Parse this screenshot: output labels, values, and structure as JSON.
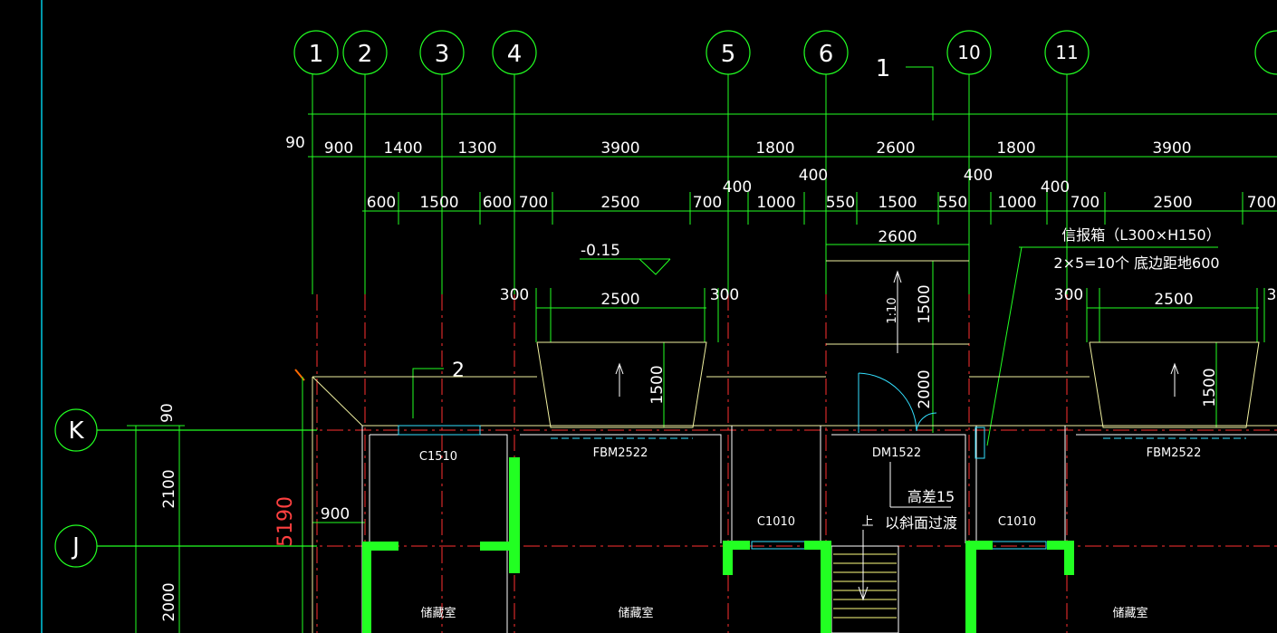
{
  "grid_bubbles": [
    {
      "label": "1"
    },
    {
      "label": "2"
    },
    {
      "label": "3"
    },
    {
      "label": "4"
    },
    {
      "label": "5"
    },
    {
      "label": "6"
    },
    {
      "label": "10"
    },
    {
      "label": "11"
    }
  ],
  "row_bubbles": [
    {
      "label": "K"
    },
    {
      "label": "J"
    }
  ],
  "callouts": {
    "one": "1",
    "two": "2"
  },
  "dims_overall": {
    "lead": "90",
    "values": [
      "900",
      "1400",
      "1300",
      "3900",
      "1800",
      "2600",
      "1800",
      "3900"
    ]
  },
  "dims_openings": {
    "values": [
      "600",
      "1500",
      "600",
      "700",
      "2500",
      "700",
      "1000",
      "550",
      "1500",
      "550",
      "1000",
      "700",
      "2500",
      "700"
    ]
  },
  "dims_400": [
    "400",
    "400",
    "400",
    "400"
  ],
  "level": "-0.15",
  "mailbox": {
    "line1": "信报箱（L300×H150）",
    "line2": "2×5=10个 底边距地600"
  },
  "porch": {
    "left": {
      "w1": "300",
      "w2": "2500",
      "w3": "300",
      "h": "1500"
    },
    "right": {
      "w1": "300",
      "w2": "2500",
      "w3": "3",
      "h": "1500"
    }
  },
  "stair": {
    "width": "2600",
    "slope": "1:10",
    "h1": "1500",
    "h2": "2000",
    "diff_line1": "高差15",
    "diff_line2": "以斜面过渡",
    "up": "上"
  },
  "windows": [
    "C1510",
    "FBM2522",
    "DM1522",
    "FBM2522",
    "C1010",
    "C1010"
  ],
  "rooms": [
    "储藏室",
    "储藏室",
    "储藏室"
  ],
  "left_dims": {
    "top": "90",
    "mid": "2100",
    "low": "2000",
    "offset": "900"
  },
  "total_height": "5190"
}
